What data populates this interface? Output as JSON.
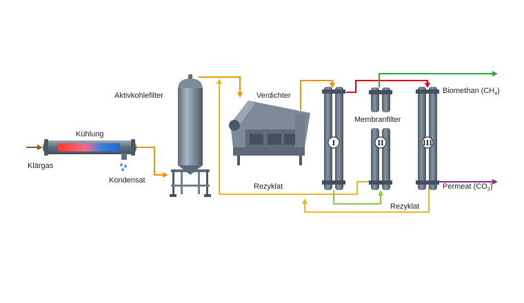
{
  "labels": {
    "klaergas": "Klärgas",
    "kuehlung": "Kühlung",
    "kondensat": "Kondensat",
    "aktivkohlefilter": "Aktivkohlefilter",
    "verdichter": "Verdichter",
    "membranfilter": "Membranfilter",
    "rezyklat_1": "Rezyklat",
    "rezyklat_2": "Rezyklat",
    "biomethan": "Biomethan (CH",
    "biomethan_sub": "4",
    "biomethan_end": ")",
    "permeat": "Permeat (CO",
    "permeat_sub": "2",
    "permeat_end": ")"
  },
  "stages": [
    {
      "numeral": "I"
    },
    {
      "numeral": "II"
    },
    {
      "numeral": "III"
    }
  ],
  "colors": {
    "feed_brown": "#8b5a2b",
    "orange": "#f29100",
    "yellow": "#f0b41e",
    "red": "#e2001a",
    "green": "#2aa63b",
    "lime": "#8cc63f",
    "purple": "#8b2a8a",
    "steel": "#6f7f90",
    "steel_dark": "#4b5866",
    "steel_light": "#9aa8b6"
  }
}
